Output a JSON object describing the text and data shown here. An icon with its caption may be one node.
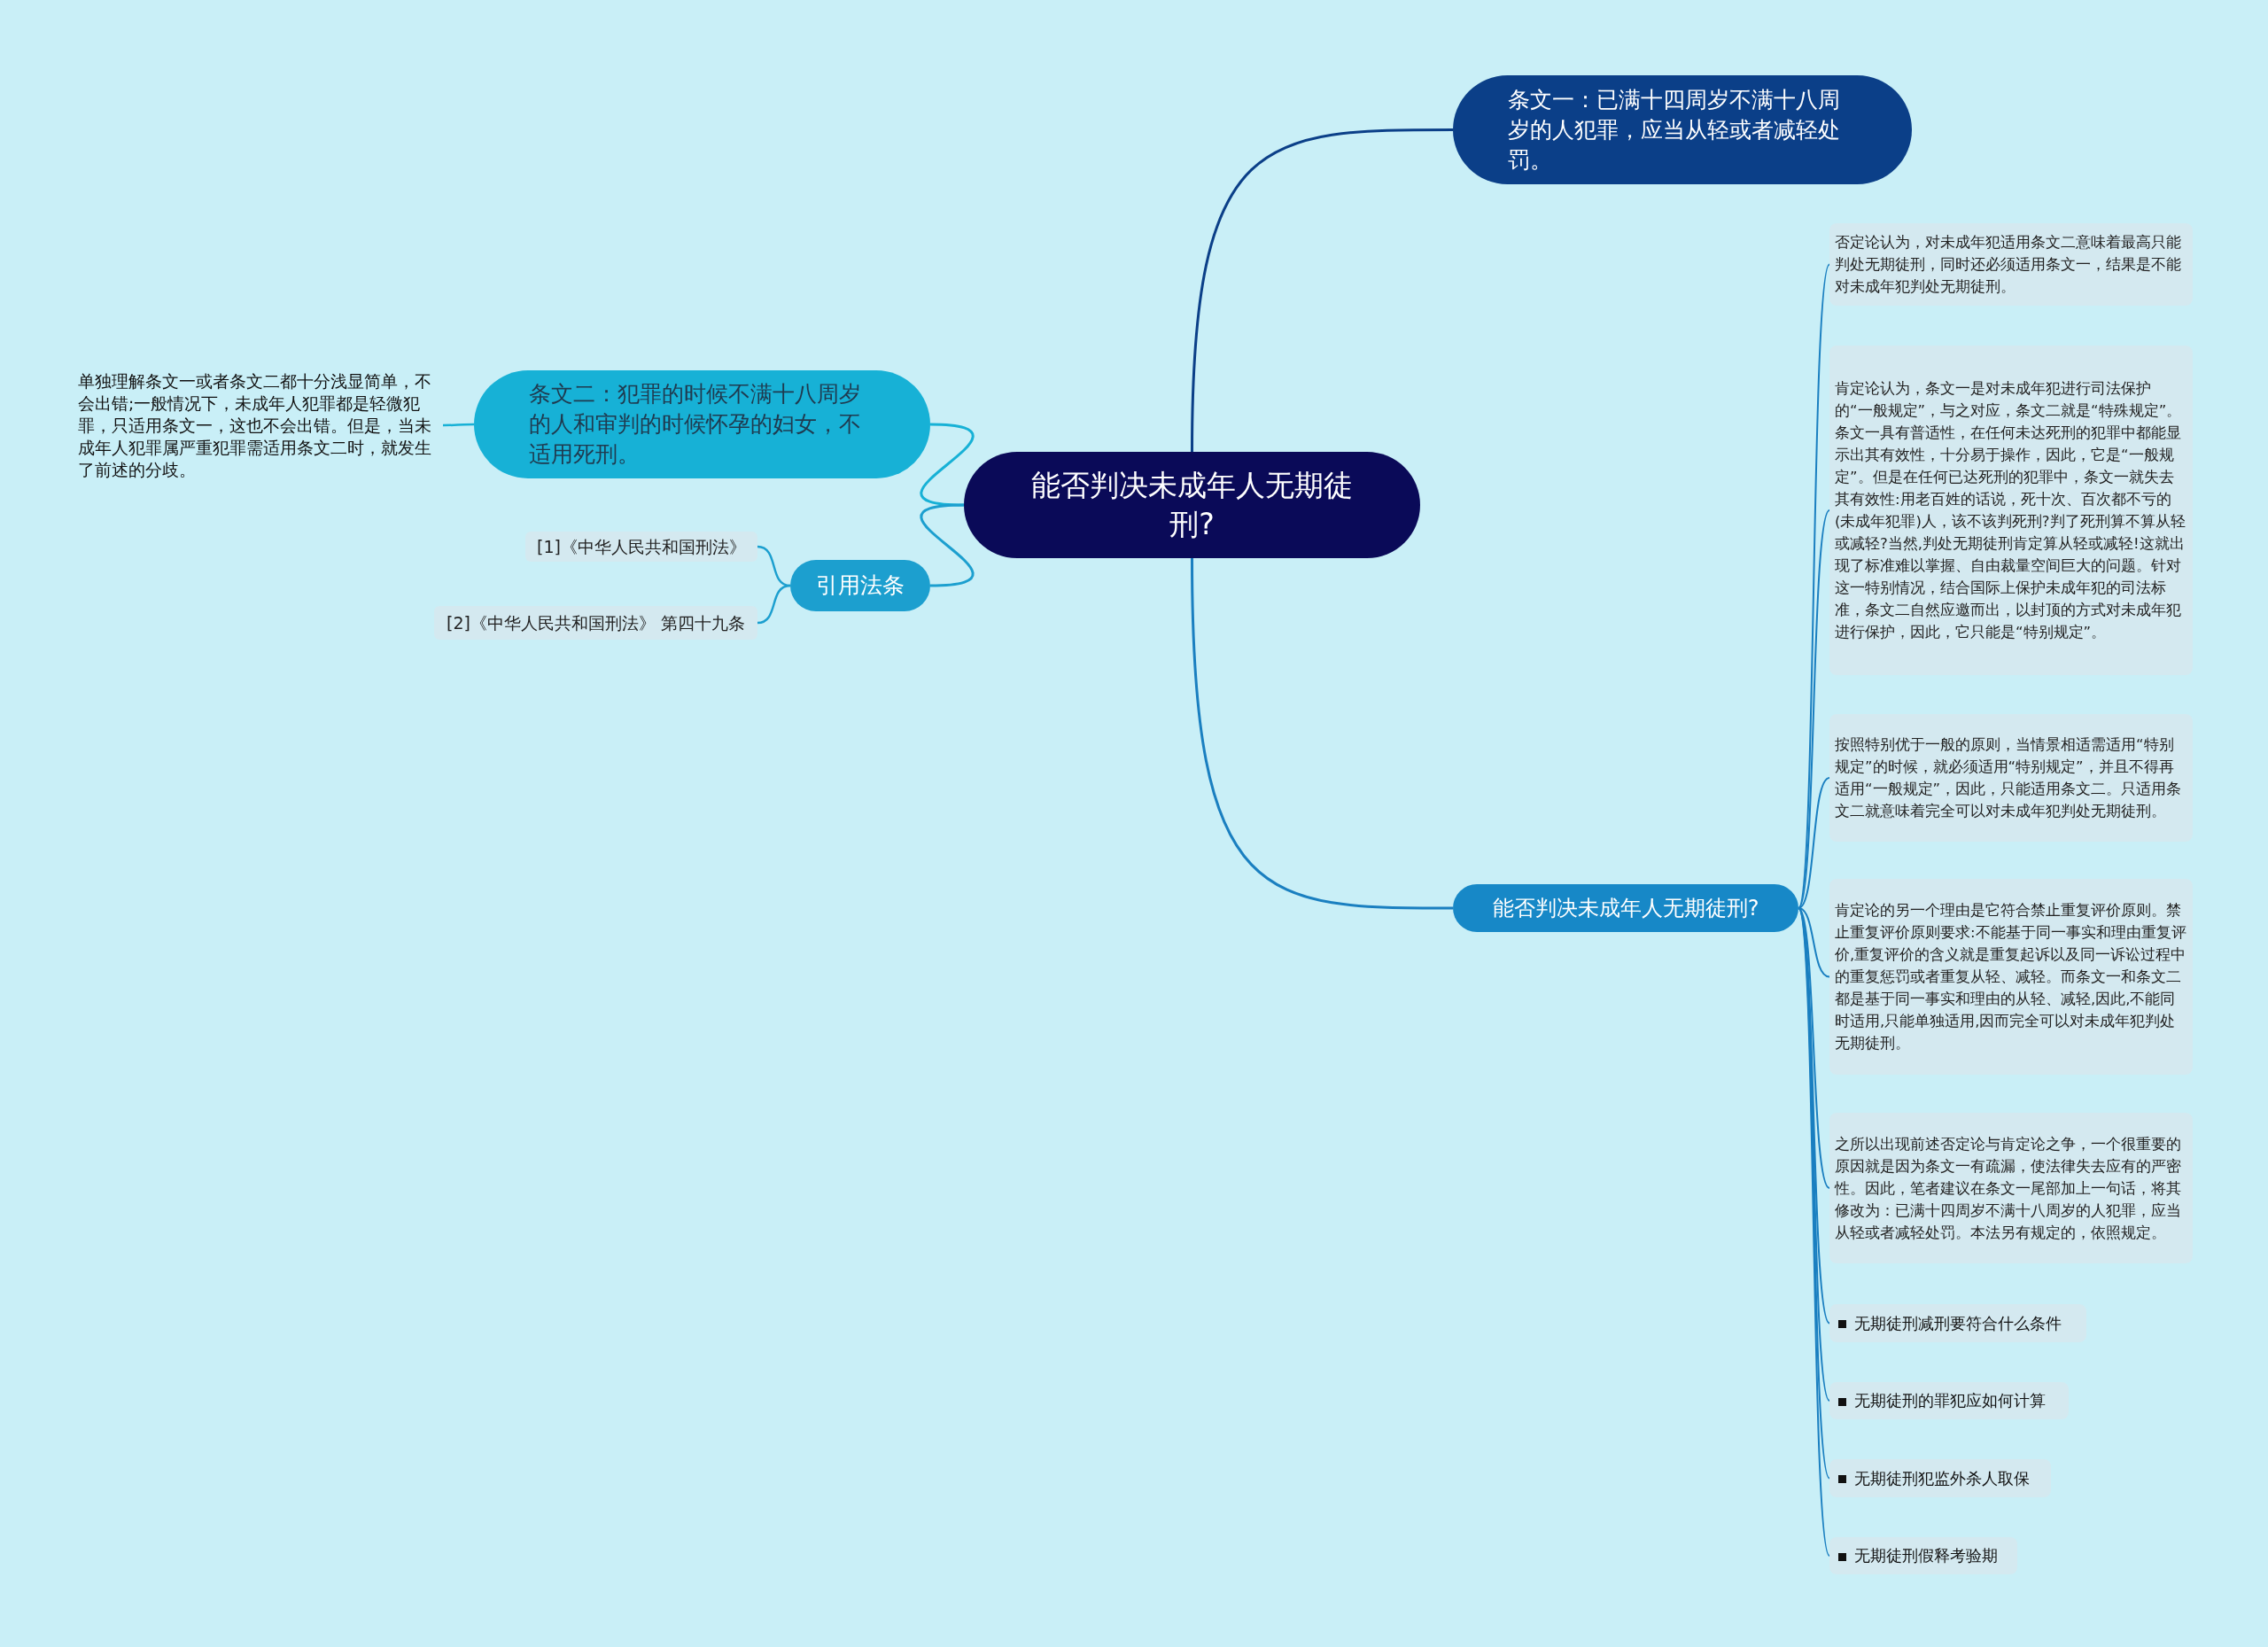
{
  "diagram": {
    "nodes": [
      {
        "text": [
          "能否判决未成年人无期徒刑?"
        ]
      },
      {
        "text": [
          "条文一：已满十四周岁不满十八周岁的人犯罪，应当从轻或者减轻处罚。"
        ]
      },
      {
        "text": [
          "条文二：犯罪的时候不满十八周岁的人和审判的时候怀孕的妇女，不适用死刑。"
        ]
      },
      {
        "text": [
          "单独理解条文一或者条文二都十分浅显简单，不会出错;一般情况下，未成年人犯罪都是轻微犯罪，只适用条文一，这也不会出错。但是，当未成年人犯罪属严重犯罪需适用条文二时，就发生了前述的分歧。"
        ]
      },
      {
        "text": [
          "引用法条"
        ]
      },
      {
        "text": [
          "[1]《中华人民共和国刑法》"
        ]
      },
      {
        "text": [
          "[2]《中华人民共和国刑法》 第四十九条"
        ]
      },
      {
        "text": [
          "能否判决未成年人无期徒刑?"
        ]
      },
      {
        "text": [
          "否定论认为，对未成年犯适用条文二意味着最高只能判处无期徒刑，同时还必须适用条文一，结果是不能对未成年犯判处无期徒刑。"
        ]
      },
      {
        "text": [
          "肯定论认为，条文一是对未成年犯进行司法保护的“一般规定”，与之对应，条文二就是“特殊规定”。条文一具有普适性，在任何未达死刑的犯罪中都能显示出其有效性，十分易于操作，因此，它是“一般规定”。但是在任何已达死刑的犯罪中，条文一就失去其有效性:用老百姓的话说，死十次、百次都不亏的(未成年犯罪)人，该不该判死刑?判了死刑算不算从轻或减轻?当然,判处无期徒刑肯定算从轻或减轻!这就出现了标准难以掌握、自由裁量空间巨大的问题。针对这一特别情况，结合国际上保护未成年犯的司法标准，条文二自然应邀而出，以封顶的方式对未成年犯进行保护，因此，它只能是“特别规定”。"
        ]
      },
      {
        "text": [
          "按照特别优于一般的原则，当情景相适需适用“特别规定”的时候，就必须适用“特别规定”，并且不得再适用“一般规定”，因此，只能适用条文二。只适用条文二就意味着完全可以对未成年犯判处无期徒刑。"
        ]
      },
      {
        "text": [
          "肯定论的另一个理由是它符合禁止重复评价原则。禁止重复评价原则要求:不能基于同一事实和理由重复评价,重复评价的含义就是重复起诉以及同一诉讼过程中的重复惩罚或者重复从轻、减轻。而条文一和条文二都是基于同一事实和理由的从轻、减轻,因此,不能同时适用,只能单独适用,因而完全可以对未成年犯判处无期徒刑。"
        ]
      },
      {
        "text": [
          "之所以出现前述否定论与肯定论之争，一个很重要的原因就是因为条文一有疏漏，使法律失去应有的严密性。因此，笔者建议在条文一尾部加上一句话，将其修改为：已满十四周岁不满十八周岁的人犯罪，应当从轻或者减轻处罚。本法另有规定的，依照规定。"
        ]
      },
      {
        "text": [
          "无期徒刑减刑要符合什么条件"
        ]
      },
      {
        "text": [
          "无期徒刑的罪犯应如何计算"
        ]
      },
      {
        "text": [
          "无期徒刑犯监外杀人取保"
        ]
      },
      {
        "text": [
          "无期徒刑假释考验期"
        ]
      }
    ],
    "edges": [
      {
        "from": 0,
        "to": 1,
        "arrow": "none",
        "color": "#0b3f88"
      },
      {
        "from": 0,
        "to": 2,
        "arrow": "none",
        "color": "#17b1d6"
      },
      {
        "from": 2,
        "to": 3,
        "arrow": "none",
        "color": "#17b1d6"
      },
      {
        "from": 0,
        "to": 4,
        "arrow": "none",
        "color": "#1c9fcf"
      },
      {
        "from": 4,
        "to": 5,
        "arrow": "none",
        "color": "#1c9fcf"
      },
      {
        "from": 4,
        "to": 6,
        "arrow": "none",
        "color": "#1c9fcf"
      },
      {
        "from": 0,
        "to": 7,
        "arrow": "none"
      },
      {
        "from": 7,
        "to": 8,
        "arrow": "none"
      },
      {
        "from": 7,
        "to": 9,
        "arrow": "none"
      },
      {
        "from": 7,
        "to": 10,
        "arrow": "none"
      },
      {
        "from": 7,
        "to": 11,
        "arrow": "none"
      },
      {
        "from": 7,
        "to": 12,
        "arrow": "none"
      },
      {
        "from": 7,
        "to": 13,
        "arrow": "none"
      },
      {
        "from": 7,
        "to": 14,
        "arrow": "none"
      },
      {
        "from": 7,
        "to": 15,
        "arrow": "none"
      },
      {
        "from": 7,
        "to": 16,
        "arrow": "none"
      }
    ]
  }
}
